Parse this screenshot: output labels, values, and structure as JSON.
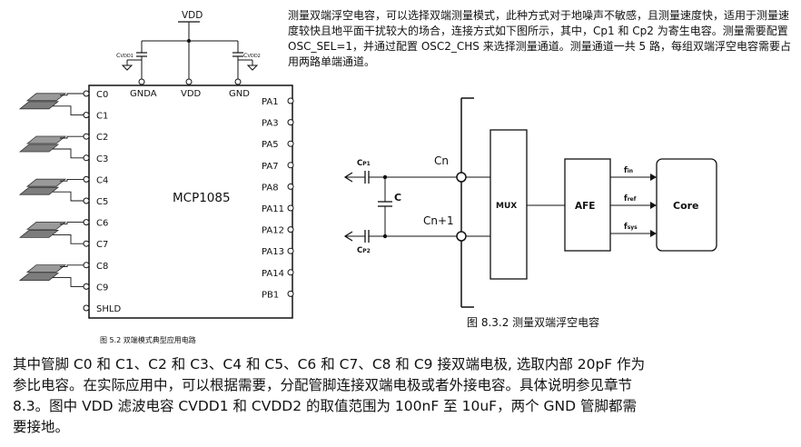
{
  "intro_text": "测量双端浮空电容，可以选择双端测量模式，此种方式对于地噪声不敏感，且测量速度快，适用于测量速度较快且地平面干扰较大的场合，连接方式如下图所示，其中，Cp1 和 Cp2 为寄生电容。测量需要配置 OSC_SEL=1，并通过配置 OSC2_CHS 来选择测量通道。测量通道一共 5 路，每组双端浮空电容需要占用两路单端通道。",
  "body_text": "其中管脚 C0 和 C1、C2 和 C3、C4 和 C5、C6 和 C7、C8 和 C9 接双端电极, 选取内部 20pF 作为参比电容。在实际应用中，可以根据需要，分配管脚连接双端电极或者外接电容。具体说明参见章节 8.3。图中 VDD 滤波电容 CVDD1 和 CVDD2 的取值范围为 100nF 至 10uF，两个 GND 管脚都需要接地。",
  "fig_left": {
    "caption": "图 5.2  双端模式典型应用电路",
    "chip_name": "MCP1085",
    "vdd_supply": "VDD",
    "cap1_label": "C",
    "cap1_sub": "VDD1",
    "cap2_label": "C",
    "cap2_sub": "VDD2",
    "top_pins": [
      "GNDA",
      "VDD",
      "GND"
    ],
    "left_pins": [
      "C0",
      "C1",
      "C2",
      "C3",
      "C4",
      "C5",
      "C6",
      "C7",
      "C8",
      "C9",
      "SHLD"
    ],
    "right_pins": [
      "PA1",
      "PA3",
      "PA5",
      "PA7",
      "PA8",
      "PA11",
      "PA12",
      "PA13",
      "PA14",
      "PB1"
    ]
  },
  "fig_right": {
    "caption": "图 8.3.2   测量双端浮空电容",
    "cp1_label": "C",
    "cp1_sub": "P1",
    "cp2_label": "C",
    "cp2_sub": "P2",
    "c_label": "C",
    "cn_label": "Cn",
    "cn1_label": "Cn+1",
    "mux_label": "MUX",
    "afe_label": "AFE",
    "core_label": "Core",
    "signals": [
      {
        "main": "f",
        "sub": "in"
      },
      {
        "main": "f",
        "sub": "ref"
      },
      {
        "main": "f",
        "sub": "sys"
      }
    ]
  }
}
